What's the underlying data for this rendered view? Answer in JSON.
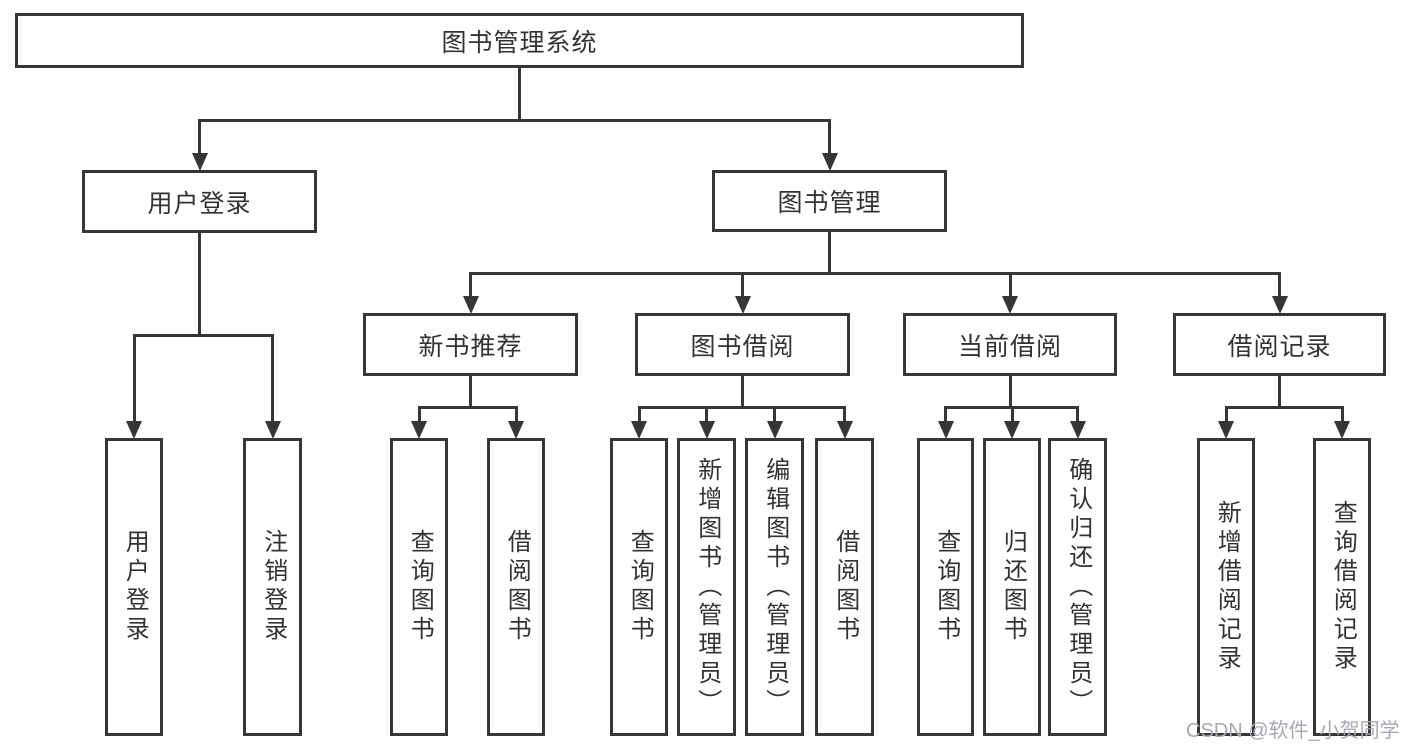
{
  "diagram": {
    "title": "图书管理系统",
    "type": "hierarchy-tree",
    "colors": {
      "line": "#363636",
      "box_border": "#363636",
      "box_fill": "#ffffff",
      "text": "#333333",
      "watermark_text_color": "#a6aab0",
      "background": "#ffffff"
    },
    "nodes": [
      {
        "id": "root",
        "label": "图书管理系统",
        "parent": null
      },
      {
        "id": "user-login",
        "label": "用户登录",
        "parent": "root"
      },
      {
        "id": "book-mgmt",
        "label": "图书管理",
        "parent": "root"
      },
      {
        "id": "login",
        "label": "用户登录",
        "parent": "user-login"
      },
      {
        "id": "logout",
        "label": "注销登录",
        "parent": "user-login"
      },
      {
        "id": "new-book-rec",
        "label": "新书推荐",
        "parent": "book-mgmt"
      },
      {
        "id": "book-borrow",
        "label": "图书借阅",
        "parent": "book-mgmt"
      },
      {
        "id": "current-borrow",
        "label": "当前借阅",
        "parent": "book-mgmt"
      },
      {
        "id": "borrow-records",
        "label": "借阅记录",
        "parent": "book-mgmt"
      },
      {
        "id": "nbr-query",
        "label": "查询图书",
        "parent": "new-book-rec"
      },
      {
        "id": "nbr-borrow",
        "label": "借阅图书",
        "parent": "new-book-rec"
      },
      {
        "id": "bb-query",
        "label": "查询图书",
        "parent": "book-borrow"
      },
      {
        "id": "bb-add",
        "label": "新增图书（管理员）",
        "parent": "book-borrow"
      },
      {
        "id": "bb-edit",
        "label": "编辑图书（管理员）",
        "parent": "book-borrow"
      },
      {
        "id": "bb-borrow",
        "label": "借阅图书",
        "parent": "book-borrow"
      },
      {
        "id": "cb-query",
        "label": "查询图书",
        "parent": "current-borrow"
      },
      {
        "id": "cb-return",
        "label": "归还图书",
        "parent": "current-borrow"
      },
      {
        "id": "cb-confirm",
        "label": "确认归还（管理员）",
        "parent": "current-borrow"
      },
      {
        "id": "br-add",
        "label": "新增借阅记录",
        "parent": "borrow-records"
      },
      {
        "id": "br-query",
        "label": "查询借阅记录",
        "parent": "borrow-records"
      }
    ],
    "watermark": "CSDN @软件_小贺同学"
  }
}
